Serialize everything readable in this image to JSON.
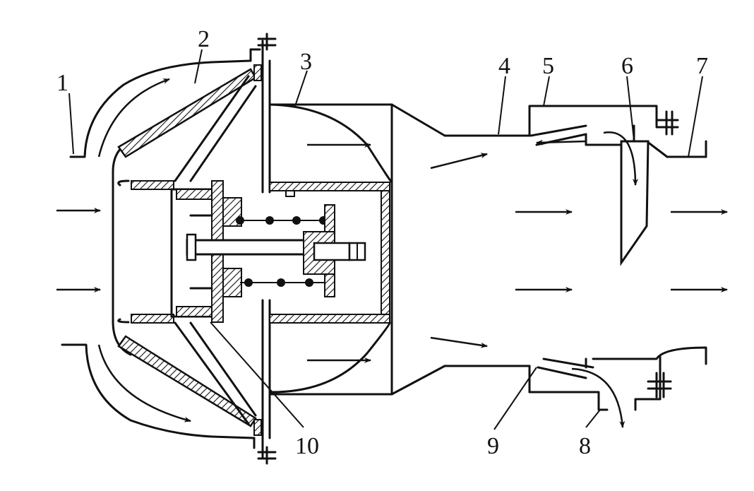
{
  "labels": {
    "l1": "1",
    "l2": "2",
    "l3": "3",
    "l4": "4",
    "l5": "5",
    "l6": "6",
    "l7": "7",
    "l8": "8",
    "l9": "9",
    "l10": "10"
  },
  "colors": {
    "ink": "#111111",
    "background": "#ffffff"
  }
}
